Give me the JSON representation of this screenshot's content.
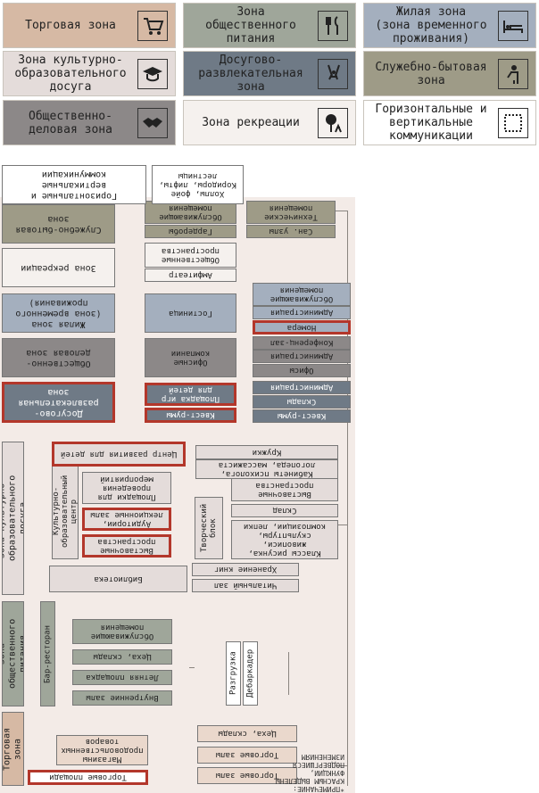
{
  "legend": [
    {
      "label": "Торговая зона",
      "icon": "cart-icon",
      "color": "#d6b9a4"
    },
    {
      "label": "Зона\nобщественного\nпитания",
      "icon": "fork-knife-icon",
      "color": "#9fa69a"
    },
    {
      "label": "Жилая зона\n(зона временного\nпроживания)",
      "icon": "bed-icon",
      "color": "#a4afbe"
    },
    {
      "label": "Зона культурно-\nобразовательного\nдосуга",
      "icon": "graduation-cap-icon",
      "color": "#e4dcda"
    },
    {
      "label": "Досугово-\nразвлекательная\nзона",
      "icon": "swing-icon",
      "color": "#6f7a86"
    },
    {
      "label": "Служебно-бытовая\nзона",
      "icon": "worker-icon",
      "color": "#9e9b87"
    },
    {
      "label": "Общественно-\nделовая зона",
      "icon": "handshake-icon",
      "color": "#8c8888"
    },
    {
      "label": "Зона рекреации",
      "icon": "tree-icon",
      "color": "#f5f1ee"
    },
    {
      "label": "Горизонтальные и\nвертикальные\nкоммуникации",
      "icon": "frame-icon",
      "color": "#ffffff"
    }
  ],
  "colors": {
    "red_highlight": "#b3372b",
    "diagram_bg": "#f3ebe7"
  },
  "diagram": {
    "zones": {
      "torg": "Торговая\nзона",
      "pit": "Зона\nобщественного\nпитания",
      "kult": "Зона культурно-\nобразовательного\nдосуга",
      "dos": "Досугово-\nразвлекательная\nзона",
      "obsh": "Общественно-\nделовая зона",
      "zhil": "Жилая зона\n(зона временного\nпроживания)",
      "rekr": "Зона рекреации",
      "sluzh": "Служебно-бытовая\nзона",
      "kom": "Горизонтальные и\nвертикальные\nкоммуникации"
    },
    "torg": {
      "ploshadi": "Торговые площади",
      "magaziny": "Магазины\nпродовольственных\nтоваров",
      "zaly1": "Торговые залы",
      "zaly2": "Торговые залы",
      "cekha": "Цеха, склады",
      "razgruzka": "Разгрузка",
      "debarkader": "Дебаркадер"
    },
    "pit": {
      "bar": "Бар-ресторан",
      "vnutr": "Внутренние залы",
      "letnyaya": "Летняя площадка",
      "cekha": "Цеха, склады",
      "obsluzh": "Обслуживающие\nпомещения"
    },
    "kult": {
      "biblioteka": "Библиотека",
      "chit": "Читальный зал",
      "khran": "Хранение книг",
      "centr": "Культурно-\nобразовательный\nцентр",
      "vystavochnye": "Выставочные\nпространства",
      "auditorii": "Аудитории,\nлекционные залы",
      "ploshadki": "Площадки для\nпроведения\nмероприятий",
      "tvorch": "Творческий\nблок",
      "klassy": "Классы рисунка,\nживописи,\nскульптуры,\nкомпозиции, лепки",
      "sklad": "Склад",
      "vyst2": "Выставочные\nпространства",
      "kruzhki": "Кружки",
      "centr_razv": "Центр развития для детей",
      "kabinety": "Кабинеты психолога,\nлогопеда, массажиста"
    },
    "dos": {
      "kvest1": "Квест-румы",
      "ploshadka": "Площадка игр\nдля детей",
      "kvest2": "Квест-румы",
      "sklady": "Склады",
      "admin": "Администрация"
    },
    "obsh": {
      "ofisnye": "Офисные\nкомпании",
      "ofisy": "Офисы",
      "admin": "Администрация",
      "konf": "Конференц-зал"
    },
    "zhil": {
      "gost": "Гостиница",
      "nomera": "Номера",
      "admin": "Администрация",
      "obsluzh": "Обслуживающие\nпомещения"
    },
    "rekr": {
      "amfiteatr": "Амфитеатр",
      "obsh_prostr": "Общественные\nпространства"
    },
    "sluzh": {
      "garderoby": "Гардеробы",
      "obsluzh": "Обслуживающие\nпомещения",
      "san": "Сан. узлы",
      "tekh": "Технические\nпомещения"
    },
    "kom": {
      "kholly": "Холлы, фойе\nКоридоры, лифты,\nлестницы"
    },
    "note": "*ПРИМЕЧАНИЕ:\nКРАСНЫМ ВЫДЕЛЕНЫ\nФУНКЦИИ, ПОДВЕРГШИЕСЯ\nИЗМЕНЕНИЯМ"
  }
}
